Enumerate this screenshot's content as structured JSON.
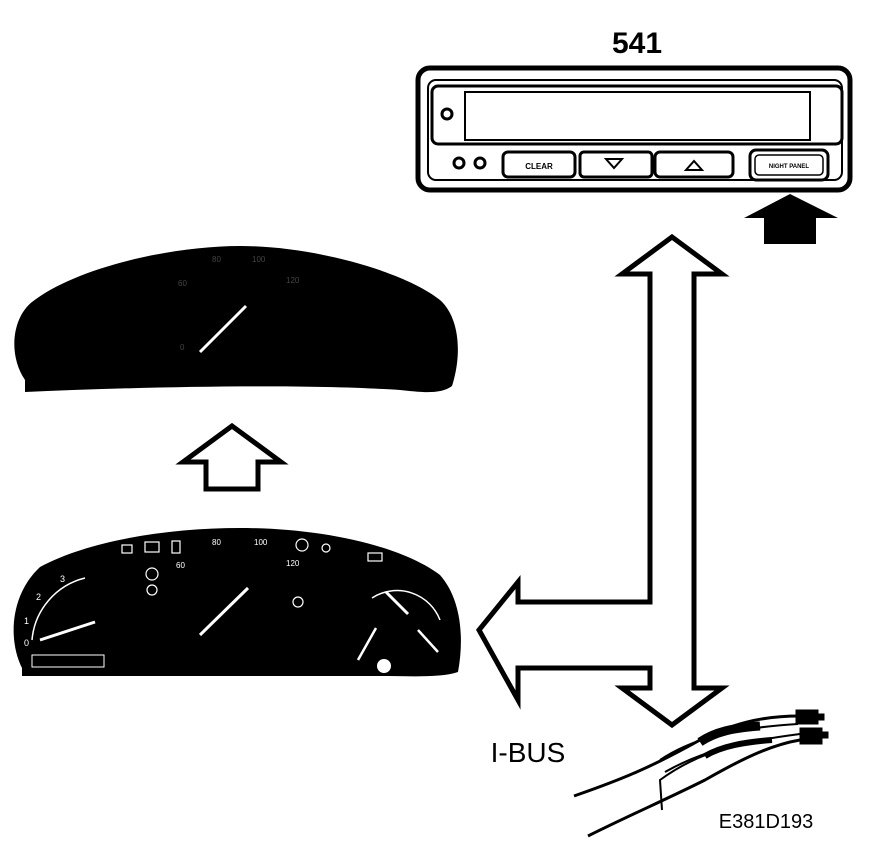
{
  "unit_title": "541",
  "bus_label": "I-BUS",
  "figure_id": "E381D193",
  "display_unit": {
    "buttons": {
      "clear": "CLEAR",
      "night_panel": "NIGHT PANEL"
    }
  },
  "night_cluster": {
    "speed_ticks": [
      "60",
      "80",
      "100",
      "120",
      "0"
    ]
  },
  "day_cluster": {
    "speed_ticks": [
      "60",
      "80",
      "100",
      "120"
    ],
    "rpm_ticks": [
      "0",
      "1",
      "2",
      "3"
    ]
  }
}
